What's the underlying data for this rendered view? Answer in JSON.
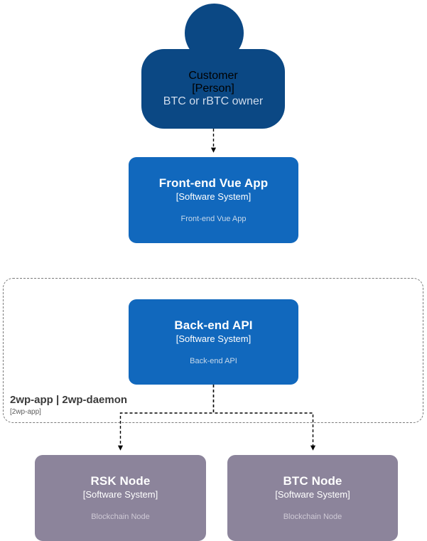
{
  "diagram": {
    "type": "c4-context",
    "background_color": "#ffffff",
    "palette": {
      "person_fill": "#0B4884",
      "software_system_fill": "#1168BD",
      "external_node_fill": "#8C849B",
      "boundary_stroke": "#7a7a7a",
      "connector_stroke": "#000000",
      "title_text": "#ffffff",
      "description_text": "#c6d8ea"
    },
    "nodes": [
      {
        "id": "customer",
        "shape": "person",
        "title": "Customer",
        "subtitle": "[Person]",
        "description": "BTC or rBTC owner",
        "fill": "#0B4884"
      },
      {
        "id": "frontend",
        "shape": "rounded-rect",
        "title": "Front-end Vue App",
        "subtitle": "[Software System]",
        "description": "Front-end Vue App",
        "fill": "#1168BD"
      },
      {
        "id": "backend",
        "shape": "rounded-rect",
        "title": "Back-end API",
        "subtitle": "[Software System]",
        "description": "Back-end API",
        "fill": "#1168BD"
      },
      {
        "id": "rsk-node",
        "shape": "rounded-rect",
        "title": "RSK Node",
        "subtitle": "[Software System]",
        "description": "Blockchain Node",
        "fill": "#8C849B"
      },
      {
        "id": "btc-node",
        "shape": "rounded-rect",
        "title": "BTC Node",
        "subtitle": "[Software System]",
        "description": "Blockchain Node",
        "fill": "#8C849B"
      }
    ],
    "boundary": {
      "id": "2wp-app-boundary",
      "title": "2wp-app | 2wp-daemon",
      "subtitle": "[2wp-app]",
      "style": "dashed"
    },
    "relationships": [
      {
        "from": "customer",
        "to": "frontend",
        "style": "dashed",
        "label": ""
      },
      {
        "from": "backend",
        "to": "rsk-node",
        "style": "dashed",
        "label": ""
      },
      {
        "from": "backend",
        "to": "btc-node",
        "style": "dashed",
        "label": ""
      }
    ]
  }
}
